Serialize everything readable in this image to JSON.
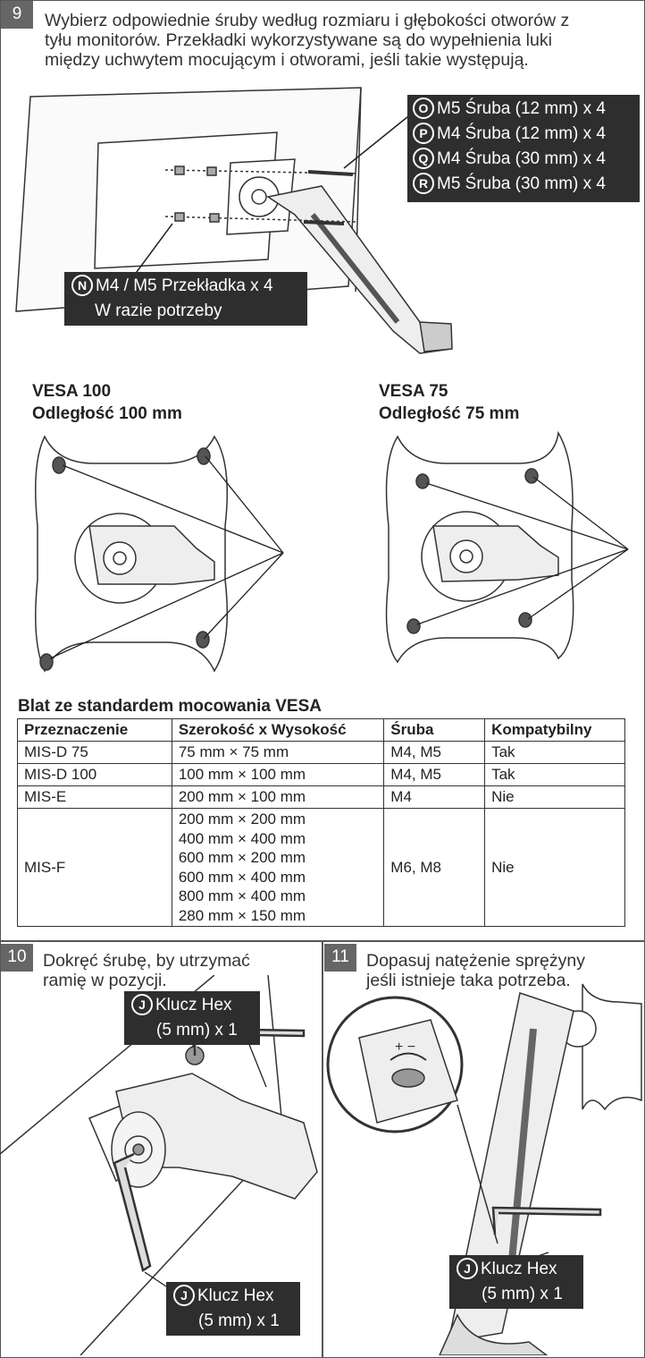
{
  "step9": {
    "number": "9",
    "text_lines": [
      "Wybierz odpowiednie śruby według rozmiaru i głębokości otworów z",
      "tyłu monitorów. Przekładki wykorzystywane są do wypełnienia luki",
      "między uchwytem mocującym i otworami, jeśli takie występują."
    ],
    "screws": [
      {
        "icon": "O",
        "label": "M5 Śruba (12 mm) x 4"
      },
      {
        "icon": "P",
        "label": "M4 Śruba (12 mm) x 4"
      },
      {
        "icon": "Q",
        "label": "M4 Śruba (30 mm) x 4"
      },
      {
        "icon": "R",
        "label": "M5 Śruba (30 mm) x 4"
      }
    ],
    "spacer": {
      "icon": "N",
      "line1": "M4 / M5 Przekładka x 4",
      "line2": "W razie potrzeby"
    }
  },
  "vesa": {
    "left": {
      "title": "VESA 100",
      "subtitle": "Odległość 100 mm"
    },
    "right": {
      "title": "VESA 75",
      "subtitle": "Odległość 75 mm"
    }
  },
  "table": {
    "title": "Blat ze standardem mocowania VESA",
    "headers": [
      "Przeznaczenie",
      "Szerokość x Wysokość",
      "Śruba",
      "Kompatybilny"
    ],
    "rows": [
      {
        "purpose": "MIS-D 75",
        "sizes": [
          "75 mm × 75 mm"
        ],
        "screw": "M4, M5",
        "compatible": "Tak"
      },
      {
        "purpose": "MIS-D 100",
        "sizes": [
          "100 mm × 100 mm"
        ],
        "screw": "M4, M5",
        "compatible": "Tak"
      },
      {
        "purpose": "MIS-E",
        "sizes": [
          "200 mm × 100 mm"
        ],
        "screw": "M4",
        "compatible": "Nie"
      },
      {
        "purpose": "MIS-F",
        "sizes": [
          "200 mm × 200 mm",
          "400 mm × 400 mm",
          "600 mm × 200 mm",
          "600 mm × 400 mm",
          "800 mm × 400 mm",
          "280 mm × 150 mm"
        ],
        "screw": "M6, M8",
        "compatible": "Nie"
      }
    ]
  },
  "step10": {
    "number": "10",
    "text_lines": [
      "Dokręć śrubę, by utrzymać",
      "ramię w pozycji."
    ],
    "hex_top": {
      "icon": "J",
      "line1": "Klucz Hex",
      "line2": "(5 mm) x 1"
    },
    "hex_bottom": {
      "icon": "J",
      "line1": "Klucz Hex",
      "line2": "(5 mm) x 1"
    }
  },
  "step11": {
    "number": "11",
    "text_lines": [
      "Dopasuj natężenie sprężyny",
      "jeśli istnieje taka potrzeba."
    ],
    "hex": {
      "icon": "J",
      "line1": "Klucz Hex",
      "line2": "(5 mm) x 1"
    }
  }
}
